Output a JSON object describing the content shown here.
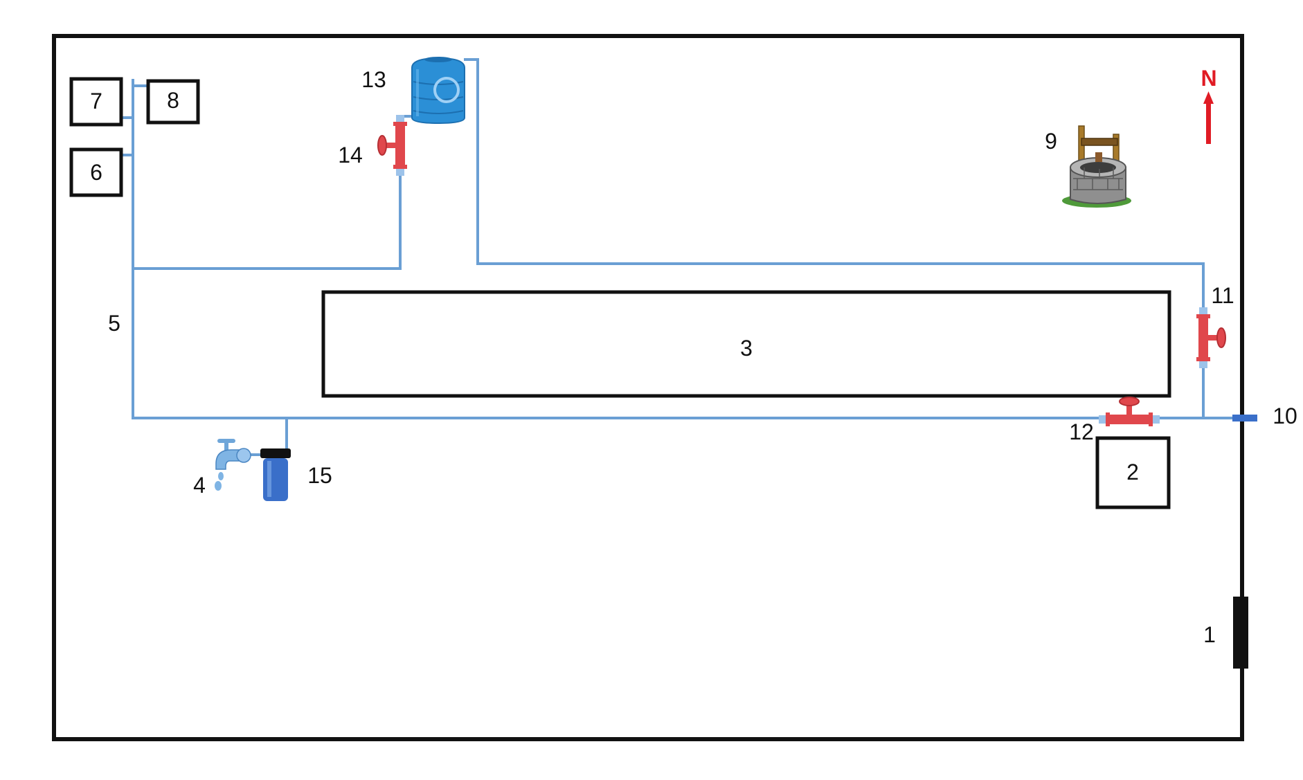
{
  "colors": {
    "pipe": "#6a9fd4",
    "valve": "#e0474c",
    "tank": "#2b8fd6",
    "filter": "#3a6fc9",
    "north_arrow": "#e01b24",
    "outline": "#111111"
  },
  "north_label": "N",
  "labels": {
    "n1": "1",
    "n2": "2",
    "n3": "3",
    "n4": "4",
    "n5": "5",
    "n6": "6",
    "n7": "7",
    "n8": "8",
    "n9": "9",
    "n10": "10",
    "n11": "11",
    "n12": "12",
    "n13": "13",
    "n14": "14",
    "n15": "15"
  },
  "icons": {
    "tank": "water-tank-icon",
    "valve": "gate-valve-icon",
    "tap": "water-tap-icon",
    "filter": "water-filter-icon",
    "well": "stone-well-icon",
    "gate": "gate-icon",
    "arrow": "north-arrow-icon"
  }
}
